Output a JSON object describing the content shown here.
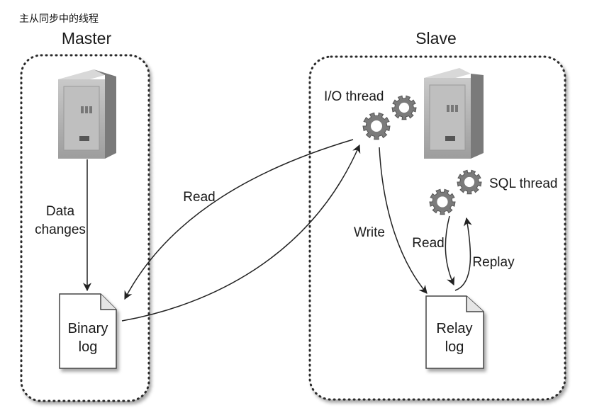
{
  "caption": "主从同步中的线程",
  "master": {
    "title": "Master",
    "data_changes_line1": "Data",
    "data_changes_line2": "changes",
    "binary_log_line1": "Binary",
    "binary_log_line2": "log"
  },
  "slave": {
    "title": "Slave",
    "io_thread": "I/O thread",
    "sql_thread": "SQL thread",
    "relay_log_line1": "Relay",
    "relay_log_line2": "log",
    "write_label": "Write",
    "read_label": "Read",
    "replay_label": "Replay"
  },
  "link": {
    "read_label": "Read"
  }
}
